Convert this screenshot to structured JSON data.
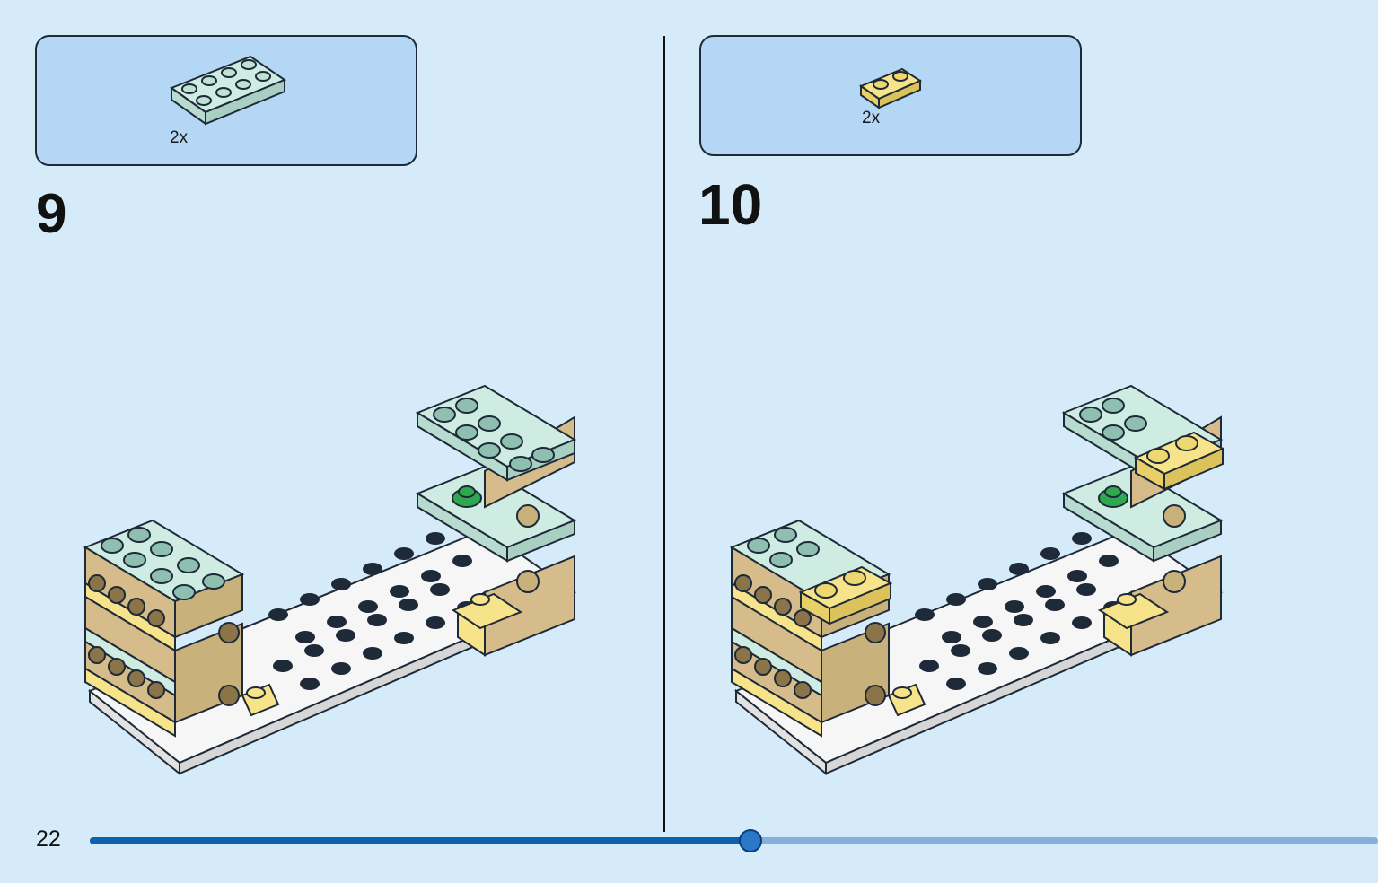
{
  "page": {
    "number": "22"
  },
  "progress": {
    "fraction": 0.512
  },
  "steps": [
    {
      "number": "9",
      "parts": {
        "count": "2x",
        "piece": "plate-2x4-light-aqua",
        "color": "#cfece3"
      }
    },
    {
      "number": "10",
      "parts": {
        "count": "2x",
        "piece": "plate-1x2-bright-light-yellow",
        "color": "#f7e48a"
      }
    }
  ],
  "colors": {
    "background": "#d6ebfa",
    "parts_box": "#b3d7f4",
    "aqua": "#cfece3",
    "tan": "#d6bc8a",
    "yellow": "#f7e48a",
    "white": "#f6f6f6",
    "green": "#2fa84f",
    "progress_done": "#0d62b0",
    "progress_rest": "#8aaedc"
  }
}
